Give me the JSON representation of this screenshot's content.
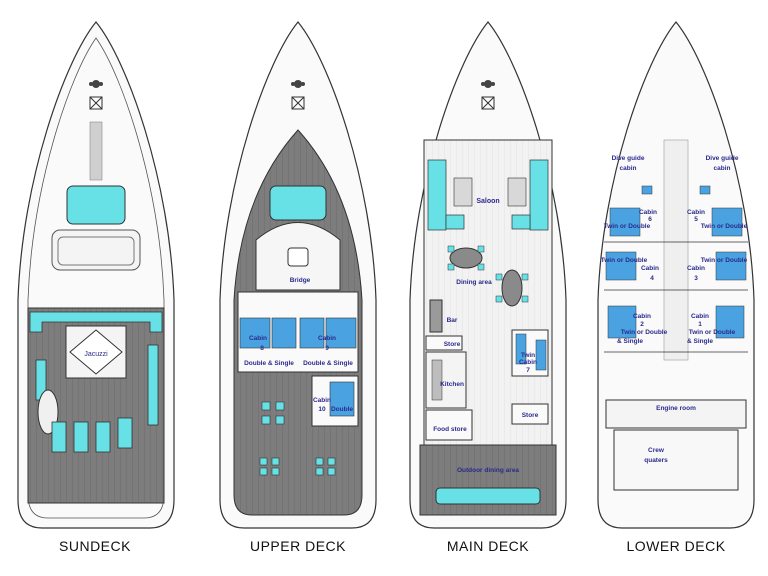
{
  "decks": {
    "sundeck": {
      "title": "SUNDECK",
      "jacuzzi": "Jacuzzi"
    },
    "upper": {
      "title": "UPPER DECK",
      "bridge": "Bridge",
      "cabin8": "Cabin",
      "cabin8_num": "8",
      "cabin8_type": "Double & Single",
      "cabin9": "Cabin",
      "cabin9_num": "9",
      "cabin9_type": "Double & Single",
      "cabin10": "Cabin",
      "cabin10_num": "10",
      "cabin10_type": "Double"
    },
    "main": {
      "title": "MAIN DECK",
      "saloon": "Saloon",
      "dining": "Dining area",
      "bar": "Bar",
      "store1": "Store",
      "store2": "Store",
      "kitchen": "Kitchen",
      "food_store": "Food store",
      "twin": "Twin",
      "cabin7": "Cabin",
      "cabin7_num": "7",
      "outdoor": "Outdoor dining area"
    },
    "lower": {
      "title": "LOWER DECK",
      "dive_guide_left": "Dive guide",
      "dive_guide_left2": "cabin",
      "dive_guide_right": "Dive guide",
      "dive_guide_right2": "cabin",
      "cabin6": "Cabin",
      "cabin6_num": "6",
      "cabin5": "Cabin",
      "cabin5_num": "5",
      "cabin4": "Cabin",
      "cabin4_num": "4",
      "cabin3": "Cabin",
      "cabin3_num": "3",
      "cabin2": "Cabin",
      "cabin2_num": "2",
      "cabin1": "Cabin",
      "cabin1_num": "1",
      "twin_double_6": "Twin or Double",
      "twin_double_5": "Twin or Double",
      "twin_double_4": "Twin or Double",
      "twin_double_3": "Twin or Double",
      "twin_double_2": "Twin or Double",
      "single_2": "& Single",
      "twin_double_1": "Twin or Double",
      "single_1": "& Single",
      "engine": "Engine room",
      "crew": "Crew",
      "crew2": "quaters"
    }
  },
  "colors": {
    "deck_grey": "#7c7c7c",
    "cyan": "#67e1e6",
    "cabin_blue": "#4aa3e0",
    "floor_light": "#eeeeee",
    "outline": "#333333",
    "label": "#2a2a8c"
  }
}
